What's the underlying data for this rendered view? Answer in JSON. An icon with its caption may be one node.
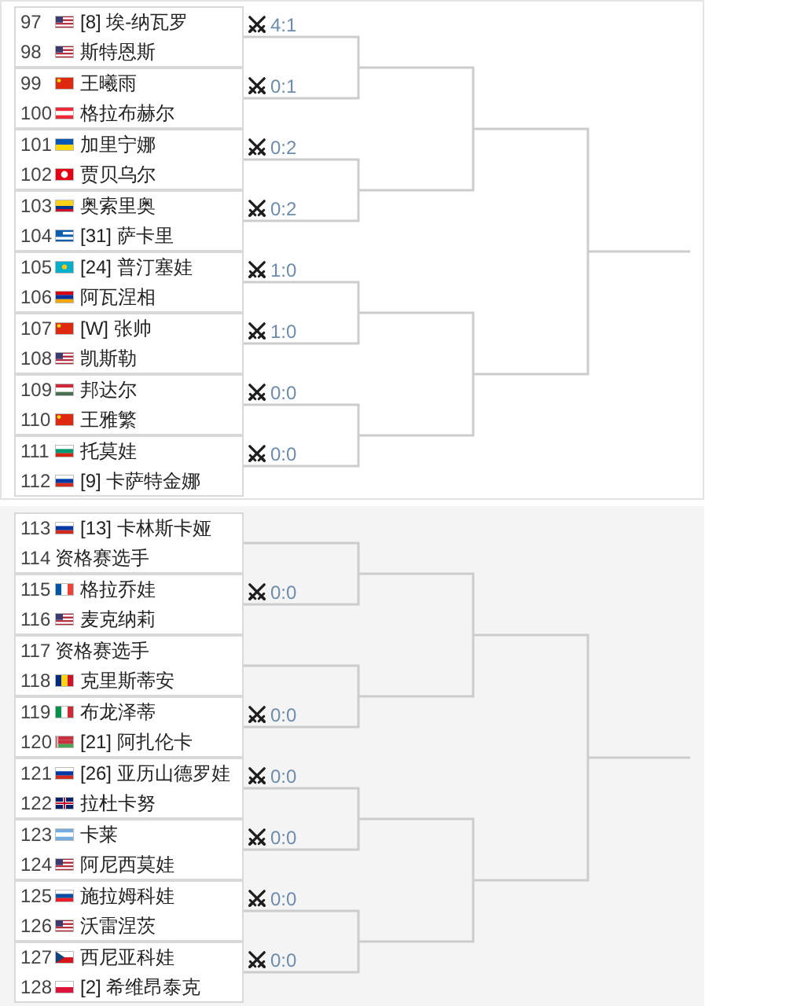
{
  "diagram": {
    "nodes": [
      {
        "text": [],
        "shape": "box"
      },
      {
        "text": [
          "97",
          "[8] 埃-纳瓦罗",
          "98",
          "斯特恩斯"
        ],
        "in": 0,
        "beside": [
          "4:1"
        ]
      },
      {
        "text": [
          "99",
          "王曦雨",
          "100",
          "格拉布赫尔"
        ],
        "in": 0,
        "beside": [
          "0:1"
        ]
      },
      {
        "text": [
          "101",
          "加里宁娜",
          "102",
          "贾贝乌尔"
        ],
        "in": 0,
        "beside": [
          "0:2"
        ]
      },
      {
        "text": [
          "103",
          "奥索里奥",
          "104",
          "[31] 萨卡里"
        ],
        "in": 0,
        "beside": [
          "0:2"
        ]
      },
      {
        "text": [
          "105",
          "[24] 普汀塞娃",
          "106",
          "阿瓦涅相"
        ],
        "in": 0,
        "beside": [
          "1:0"
        ]
      },
      {
        "text": [
          "107",
          "[W] 张帅",
          "108",
          "凯斯勒"
        ],
        "in": 0,
        "beside": [
          "1:0"
        ]
      },
      {
        "text": [
          "109",
          "邦达尔",
          "110",
          "王雅繁"
        ],
        "in": 0,
        "beside": [
          "0:0"
        ]
      },
      {
        "text": [
          "111",
          "托莫娃",
          "112",
          "[9] 卡萨特金娜"
        ],
        "in": 0,
        "beside": [
          "0:0"
        ]
      },
      {
        "text": [],
        "shape": "box"
      },
      {
        "text": [
          "113",
          "[13] 卡林斯卡娅",
          "114",
          "资格赛选手"
        ],
        "in": 9
      },
      {
        "text": [
          "115",
          "格拉乔娃",
          "116",
          "麦克纳莉"
        ],
        "in": 9,
        "beside": [
          "0:0"
        ]
      },
      {
        "text": [
          "117",
          "资格赛选手",
          "118",
          "克里斯蒂安"
        ],
        "in": 9
      },
      {
        "text": [
          "119",
          "布龙泽蒂",
          "120",
          "[21] 阿扎伦卡"
        ],
        "in": 9,
        "beside": [
          "0:0"
        ]
      },
      {
        "text": [
          "121",
          "[26] 亚历山德罗娃",
          "122",
          "拉杜卡努"
        ],
        "in": 9,
        "beside": [
          "0:0"
        ]
      },
      {
        "text": [
          "123",
          "卡莱",
          "124",
          "阿尼西莫娃"
        ],
        "in": 9,
        "beside": [
          "0:0"
        ]
      },
      {
        "text": [
          "125",
          "施拉姆科娃",
          "126",
          "沃雷涅茨"
        ],
        "in": 9,
        "beside": [
          "0:0"
        ]
      },
      {
        "text": [
          "127",
          "西尼亚科娃",
          "128",
          "[2] 希维昂泰克"
        ],
        "in": 9,
        "beside": [
          "0:0"
        ]
      }
    ],
    "edges": [
      {
        "from": 1,
        "to": null,
        "arrow": "none"
      },
      {
        "from": 2,
        "to": null,
        "arrow": "none"
      },
      {
        "from": 3,
        "to": null,
        "arrow": "none"
      },
      {
        "from": 4,
        "to": null,
        "arrow": "none"
      },
      {
        "from": 5,
        "to": null,
        "arrow": "none"
      },
      {
        "from": 6,
        "to": null,
        "arrow": "none"
      },
      {
        "from": 7,
        "to": null,
        "arrow": "none"
      },
      {
        "from": 8,
        "to": null,
        "arrow": "none"
      },
      {
        "from": 10,
        "to": null,
        "arrow": "none"
      },
      {
        "from": 11,
        "to": null,
        "arrow": "none"
      },
      {
        "from": 12,
        "to": null,
        "arrow": "none"
      },
      {
        "from": 13,
        "to": null,
        "arrow": "none"
      },
      {
        "from": 14,
        "to": null,
        "arrow": "none"
      },
      {
        "from": 15,
        "to": null,
        "arrow": "none"
      },
      {
        "from": 16,
        "to": null,
        "arrow": "none"
      },
      {
        "from": 17,
        "to": null,
        "arrow": "none"
      }
    ]
  }
}
